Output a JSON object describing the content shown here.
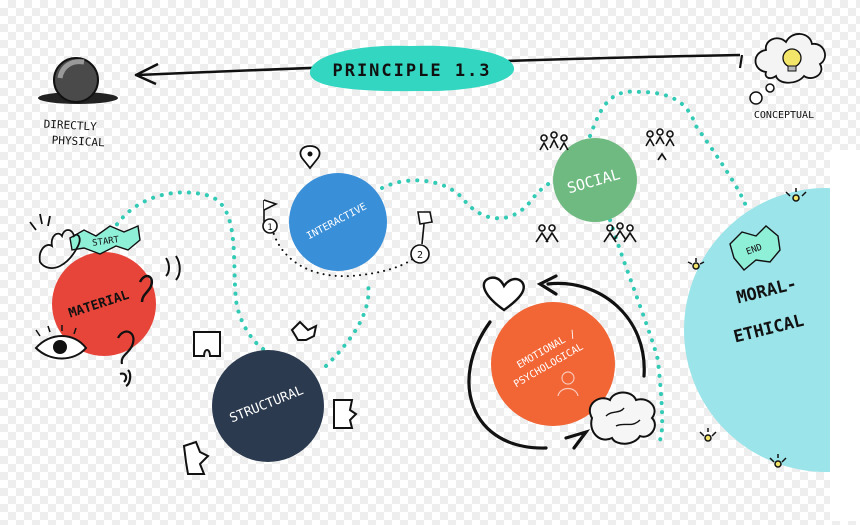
{
  "title": "PRINCIPLE 1.3",
  "left_end_label": [
    "DIRECTLY",
    "PHYSICAL"
  ],
  "right_end_label": "CONCEPTUAL",
  "start_tag": "START",
  "end_tag": "END",
  "step_markers": [
    "1",
    "2"
  ],
  "nodes": {
    "material": "MATERIAL",
    "structural": "STRUCTURAL",
    "interactive": "INTERACTIVE",
    "social": "SOCIAL",
    "emotional": [
      "EMOTIONAL /",
      "PSYCHOLOGICAL"
    ],
    "moral": [
      "MORAL-",
      "ETHICAL"
    ]
  },
  "colors": {
    "material": "#e8453a",
    "structural": "#2b3a4f",
    "interactive": "#3a8fd9",
    "social": "#6fba80",
    "emotional": "#f26535",
    "moral": "#9be4ea",
    "path": "#33cbb6",
    "title_highlight": "#33d6c0"
  },
  "icons": [
    "sphere-icon",
    "cloud-lightbulb-icon",
    "location-pin-icon",
    "flag-icon",
    "puzzle-piece-icon",
    "people-group-icon",
    "heart-icon",
    "brain-icon",
    "eye-icon",
    "ear-icon",
    "hand-icon"
  ]
}
